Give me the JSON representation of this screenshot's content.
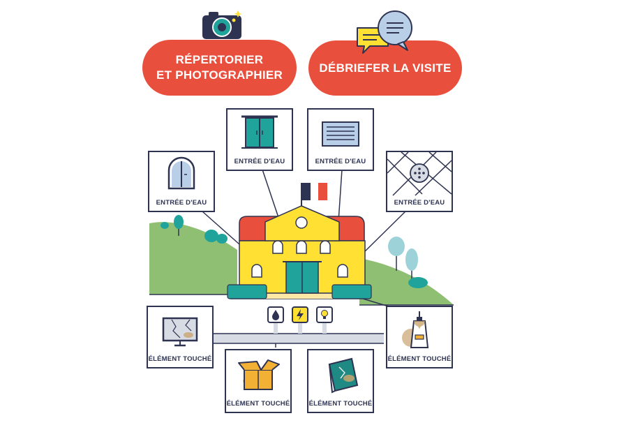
{
  "actions": {
    "photograph": {
      "line1": "RÉPERTORIER",
      "line2": "ET PHOTOGRAPHIER",
      "icon": "camera-icon"
    },
    "debrief": {
      "label": "DÉBRIEFER LA VISITE",
      "icon": "chat-bubbles-icon"
    }
  },
  "entry_points": [
    {
      "label": "ENTRÉE D'EAU",
      "icon": "arched-window-icon"
    },
    {
      "label": "ENTRÉE D'EAU",
      "icon": "double-door-icon"
    },
    {
      "label": "ENTRÉE D'EAU",
      "icon": "vent-grille-icon"
    },
    {
      "label": "ENTRÉE D'EAU",
      "icon": "floor-drain-icon"
    }
  ],
  "affected_items": [
    {
      "label": "ÉLÉMENT TOUCHÉ",
      "icon": "damaged-screen-icon"
    },
    {
      "label": "ÉLÉMENT TOUCHÉ",
      "icon": "damaged-box-icon"
    },
    {
      "label": "ÉLÉMENT TOUCHÉ",
      "icon": "damaged-book-icon"
    },
    {
      "label": "ÉLÉMENT TOUCHÉ",
      "icon": "damaged-tag-icon"
    }
  ],
  "utilities": [
    {
      "icon": "water-drop-icon"
    },
    {
      "icon": "lightning-icon"
    },
    {
      "icon": "light-bulb-icon"
    }
  ],
  "colors": {
    "accent_red": "#e84f3d",
    "navy": "#2e3352",
    "building_yellow": "#ffe033",
    "teal": "#1fa39a",
    "hill_green": "#8fbf73"
  }
}
